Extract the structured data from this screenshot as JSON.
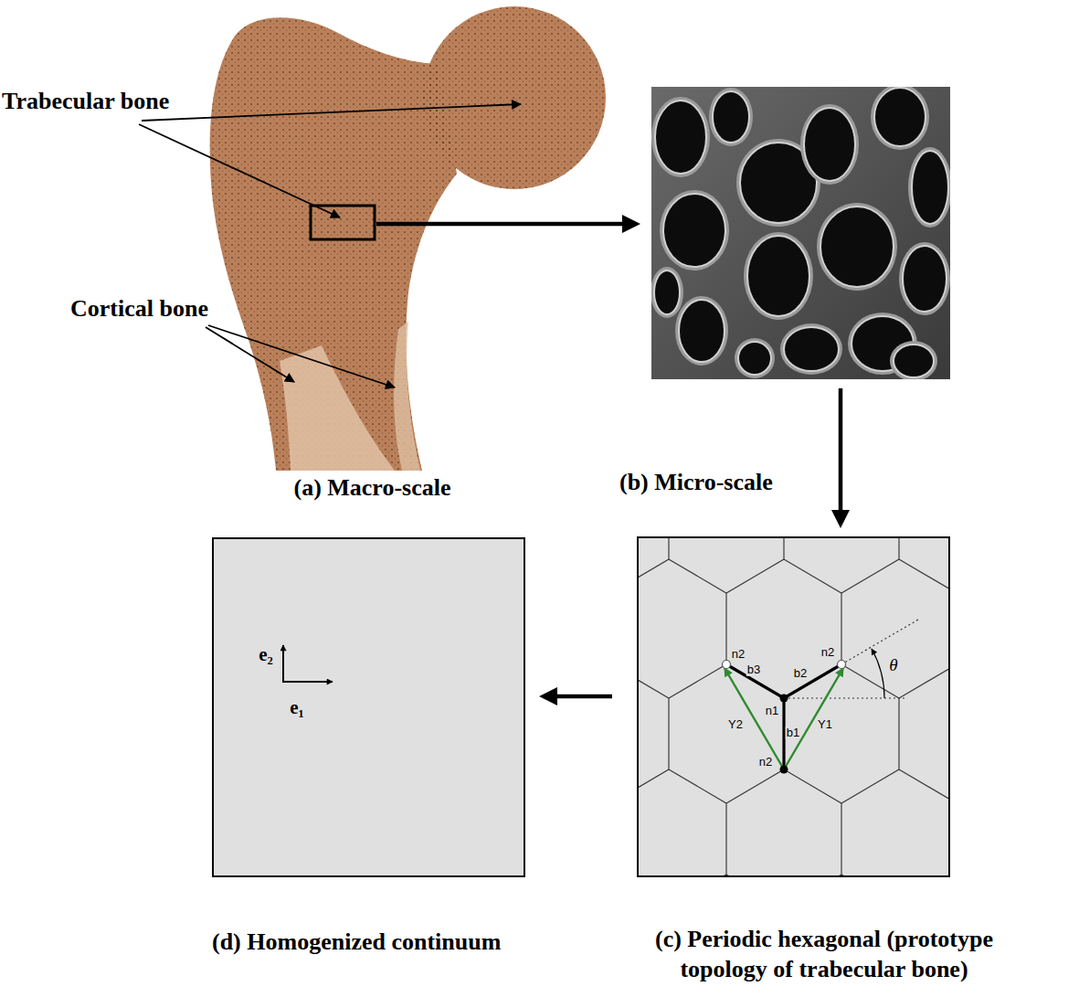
{
  "diagram": {
    "nodes": [
      {
        "text": [
          "(a) Macro-scale"
        ]
      },
      {
        "text": [
          "(b) Micro-scale"
        ]
      },
      {
        "text": [
          "(c) Periodic hexagonal (prototype topology of trabecular bone)"
        ]
      },
      {
        "text": [
          "(d) Homogenized continuum"
        ]
      }
    ],
    "edges": [
      {
        "from": 0,
        "to": 1,
        "arrow": "to"
      },
      {
        "from": 1,
        "to": 2,
        "arrow": "to"
      },
      {
        "from": 2,
        "to": 3,
        "arrow": "to"
      }
    ],
    "labels": [
      "Trabecular bone",
      "Cortical bone",
      "n2",
      "b3",
      "b2",
      "n2",
      "n1",
      "b1",
      "Y2",
      "Y1",
      "n2",
      "θ",
      "e₂",
      "e₁"
    ]
  }
}
